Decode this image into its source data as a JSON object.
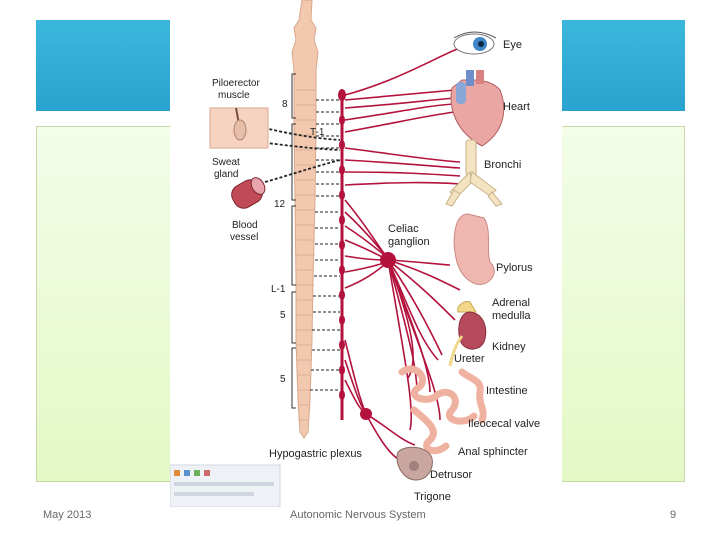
{
  "figure": {
    "labels": {
      "eye": "Eye",
      "heart": "Heart",
      "bronchi": "Bronchi",
      "celiac": [
        "Celiac",
        "ganglion"
      ],
      "pylorus": "Pylorus",
      "adrenal": [
        "Adrenal",
        "medulla"
      ],
      "kidney": "Kidney",
      "ureter": "Ureter",
      "intestine": "Intestine",
      "ileocecal": "Ileocecal valve",
      "anal": "Anal sphincter",
      "detrusor": "Detrusor",
      "trigone": "Trigone",
      "hypogastric": "Hypogastric plexus",
      "piloerector": [
        "Piloerector",
        "muscle"
      ],
      "sweat": [
        "Sweat",
        "gland"
      ],
      "blood_vessel": [
        "Blood",
        "vessel"
      ],
      "seg_8": "8",
      "seg_t1": "T-1",
      "seg_12": "12",
      "seg_l1": "L-1",
      "seg_5a": "5",
      "seg_5b": "5"
    }
  },
  "footer": {
    "date": "May 2013",
    "title": "Autonomic Nervous System",
    "page": "9"
  },
  "colors": {
    "title_band": "#2aa3cf",
    "content_bg": "#e4f8c6",
    "nerve": "#b3123d",
    "spinal_cord": "#f2c9ae"
  }
}
